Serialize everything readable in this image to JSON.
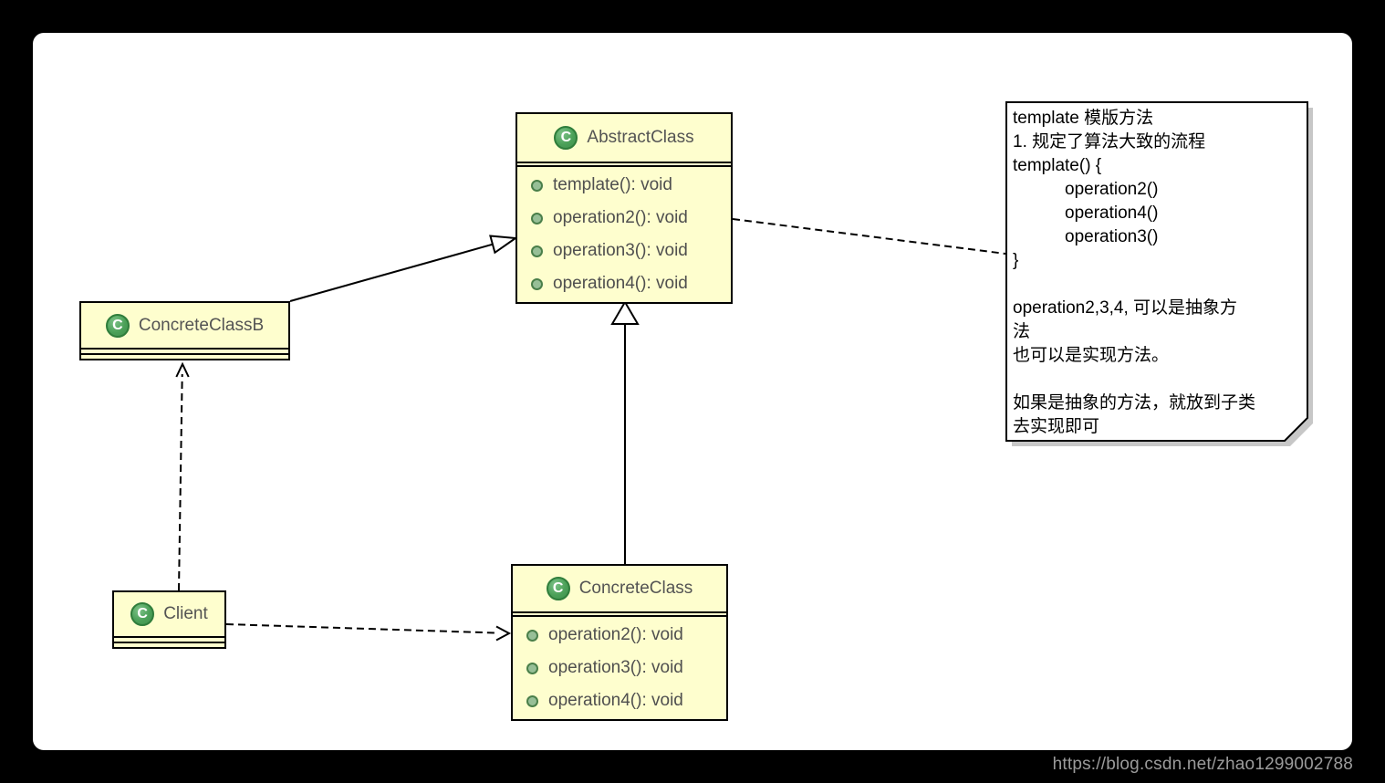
{
  "diagram": {
    "kind": "uml-class-diagram",
    "classes": {
      "abstract_class": {
        "title": "AbstractClass",
        "methods": [
          "template(): void",
          "operation2(): void",
          "operation3(): void",
          "operation4(): void"
        ]
      },
      "concrete_class_b": {
        "title": "ConcreteClassB",
        "methods": []
      },
      "client": {
        "title": "Client",
        "methods": []
      },
      "concrete_class": {
        "title": "ConcreteClass",
        "methods": [
          "operation2(): void",
          "operation3(): void",
          "operation4(): void"
        ]
      }
    },
    "relationships": [
      {
        "type": "generalization",
        "from": "ConcreteClassB",
        "to": "AbstractClass",
        "line": "solid",
        "head": "hollow-triangle"
      },
      {
        "type": "generalization",
        "from": "ConcreteClass",
        "to": "AbstractClass",
        "line": "solid",
        "head": "hollow-triangle"
      },
      {
        "type": "dependency",
        "from": "Client",
        "to": "ConcreteClassB",
        "line": "dashed",
        "head": "open-arrow"
      },
      {
        "type": "dependency",
        "from": "Client",
        "to": "ConcreteClass",
        "line": "dashed",
        "head": "open-arrow"
      },
      {
        "type": "note-link",
        "from": "AbstractClass",
        "to": "note",
        "line": "dashed",
        "head": "none"
      }
    ],
    "note": {
      "lines": [
        "template 模版方法",
        "1. 规定了算法大致的流程",
        "template() {",
        "operation2()",
        "operation4()",
        "operation3()",
        "}",
        "",
        "operation2,3,4, 可以是抽象方",
        "法",
        "也可以是实现方法。",
        "",
        "如果是抽象的方法，就放到子类",
        "去实现即可"
      ]
    },
    "icons": {
      "class_letter": "C",
      "class_icon": "circled-c-class-icon",
      "method_bullet": "green-dot-method-visibility-icon"
    },
    "colors": {
      "page_background": "#000000",
      "canvas_background": "#ffffff",
      "class_fill": "#FEFECE",
      "class_border": "#000000",
      "class_text": "#545454",
      "method_text": "#4f4f4f",
      "icon_green": "#4ba058",
      "bullet_green": "#97BF97",
      "note_fill": "#ffffff",
      "note_shadow": "#999999",
      "watermark_text": "#9b9b9b"
    },
    "watermark": {
      "text": "https://blog.csdn.net/zhao1299002788"
    }
  }
}
